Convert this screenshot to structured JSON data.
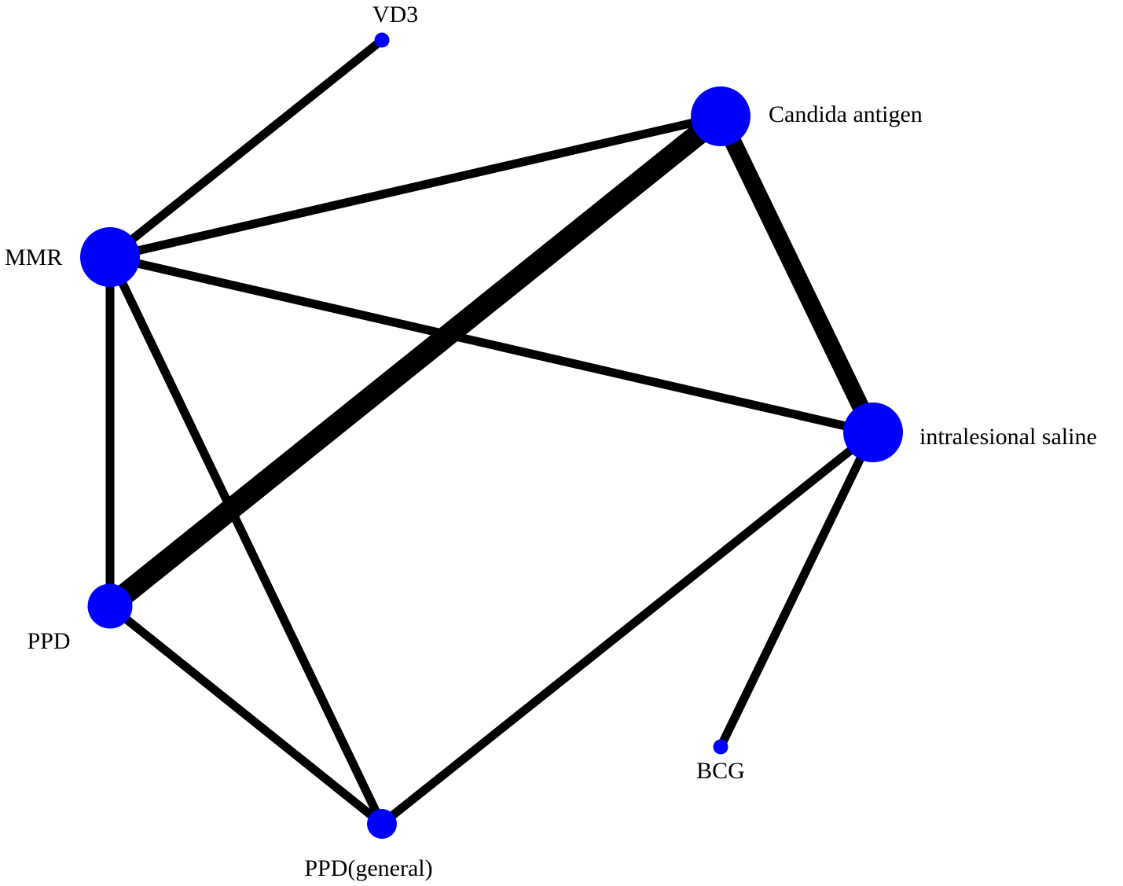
{
  "colors": {
    "node_fill": "#0000ff",
    "edge_stroke": "#000000",
    "background": "#ffffff",
    "label_text": "#000000"
  },
  "network": {
    "nodes": [
      {
        "id": "VD3",
        "label": "VD3",
        "relative_size": 1
      },
      {
        "id": "Candida",
        "label": "Candida antigen",
        "relative_size": 4
      },
      {
        "id": "MMR",
        "label": "MMR",
        "relative_size": 4
      },
      {
        "id": "saline",
        "label": "intralesional saline",
        "relative_size": 4
      },
      {
        "id": "PPD",
        "label": "PPD",
        "relative_size": 3
      },
      {
        "id": "BCG",
        "label": "BCG",
        "relative_size": 1
      },
      {
        "id": "PPDg",
        "label": "PPD(general)",
        "relative_size": 2
      }
    ],
    "edges": [
      {
        "source": "MMR",
        "target": "VD3",
        "relative_weight": 1
      },
      {
        "source": "MMR",
        "target": "Candida",
        "relative_weight": 1
      },
      {
        "source": "MMR",
        "target": "saline",
        "relative_weight": 1
      },
      {
        "source": "MMR",
        "target": "PPD",
        "relative_weight": 1
      },
      {
        "source": "MMR",
        "target": "PPDg",
        "relative_weight": 1
      },
      {
        "source": "Candida",
        "target": "PPD",
        "relative_weight": 2.5
      },
      {
        "source": "Candida",
        "target": "saline",
        "relative_weight": 2
      },
      {
        "source": "saline",
        "target": "PPDg",
        "relative_weight": 1
      },
      {
        "source": "saline",
        "target": "BCG",
        "relative_weight": 1
      },
      {
        "source": "PPD",
        "target": "PPDg",
        "relative_weight": 1
      }
    ]
  }
}
